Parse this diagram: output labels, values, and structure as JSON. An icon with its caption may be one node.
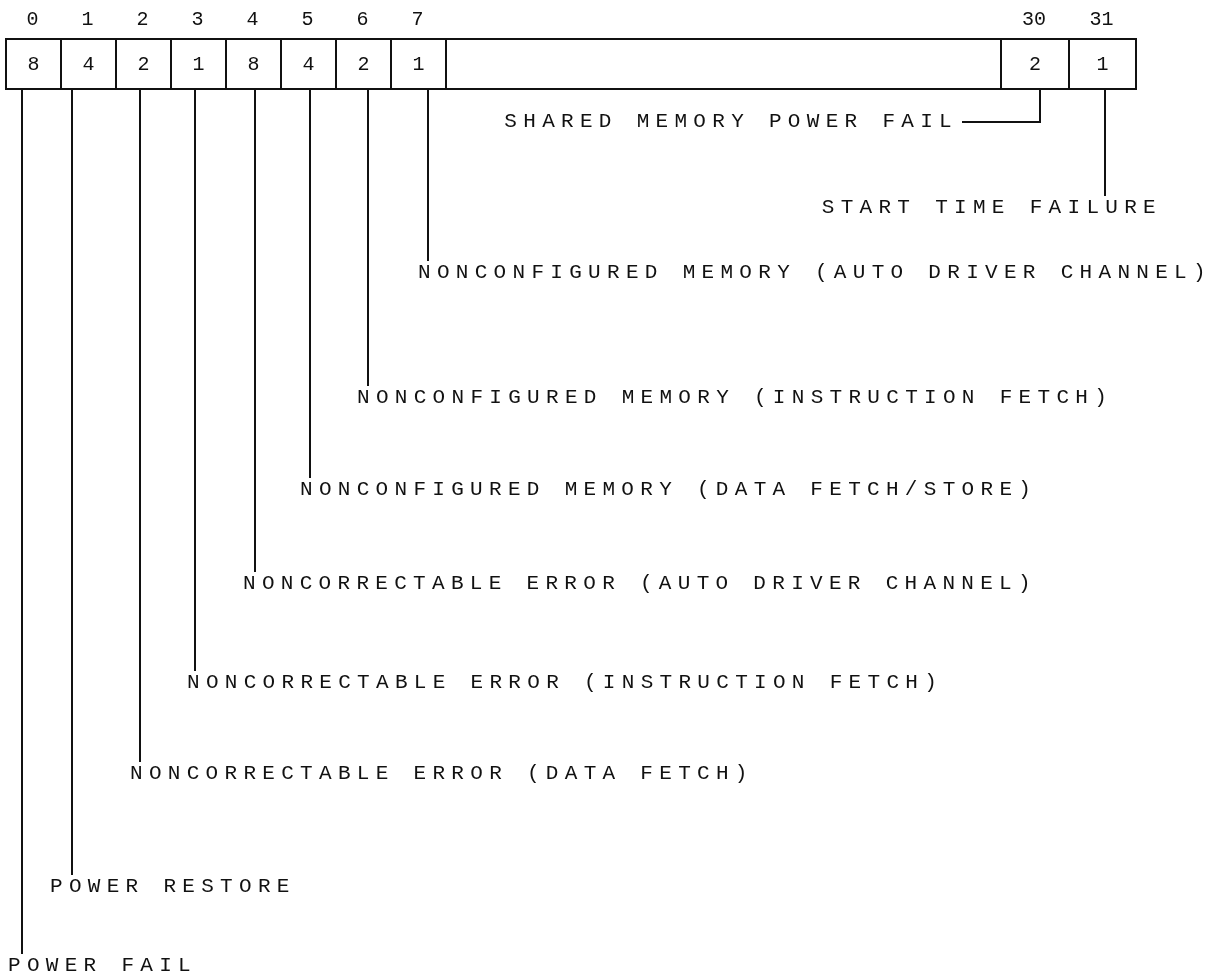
{
  "diagram": {
    "nodes": [
      {
        "text": [
          "8"
        ],
        "beside": [
          "0"
        ]
      },
      {
        "text": [
          "4"
        ],
        "beside": [
          "1"
        ]
      },
      {
        "text": [
          "2"
        ],
        "beside": [
          "2"
        ]
      },
      {
        "text": [
          "1"
        ],
        "beside": [
          "3"
        ]
      },
      {
        "text": [
          "8"
        ],
        "beside": [
          "4"
        ]
      },
      {
        "text": [
          "4"
        ],
        "beside": [
          "5"
        ]
      },
      {
        "text": [
          "2"
        ],
        "beside": [
          "6"
        ]
      },
      {
        "text": [
          "1"
        ],
        "beside": [
          "7"
        ]
      },
      {
        "text": [],
        "shape": "box"
      },
      {
        "text": [
          "2"
        ],
        "beside": [
          "30"
        ]
      },
      {
        "text": [
          "1"
        ],
        "beside": [
          "31"
        ]
      },
      {
        "text": [
          "SHARED MEMORY POWER FAIL"
        ]
      },
      {
        "text": [
          "START TIME FAILURE"
        ]
      },
      {
        "text": [
          "NONCONFIGURED MEMORY (AUTO DRIVER CHANNEL)"
        ]
      },
      {
        "text": [
          "NONCONFIGURED MEMORY (INSTRUCTION FETCH)"
        ]
      },
      {
        "text": [
          "NONCONFIGURED MEMORY (DATA FETCH/STORE)"
        ]
      },
      {
        "text": [
          "NONCORRECTABLE ERROR (AUTO DRIVER CHANNEL)"
        ]
      },
      {
        "text": [
          "NONCORRECTABLE ERROR (INSTRUCTION FETCH)"
        ]
      },
      {
        "text": [
          "NONCORRECTABLE ERROR (DATA FETCH)"
        ]
      },
      {
        "text": [
          "POWER RESTORE"
        ]
      },
      {
        "text": [
          "POWER FAIL"
        ]
      }
    ],
    "edges": [
      {
        "from": 11,
        "to": 9,
        "arrow": "none"
      },
      {
        "from": 12,
        "to": 10,
        "arrow": "none"
      },
      {
        "from": 13,
        "to": 7,
        "arrow": "none"
      },
      {
        "from": 14,
        "to": 6,
        "arrow": "none"
      },
      {
        "from": 15,
        "to": 5,
        "arrow": "none"
      },
      {
        "from": 16,
        "to": 4,
        "arrow": "none"
      },
      {
        "from": 17,
        "to": 3,
        "arrow": "none"
      },
      {
        "from": 18,
        "to": 2,
        "arrow": "none"
      },
      {
        "from": 19,
        "to": 1,
        "arrow": "none"
      },
      {
        "from": 20,
        "to": 0,
        "arrow": "none"
      }
    ]
  }
}
